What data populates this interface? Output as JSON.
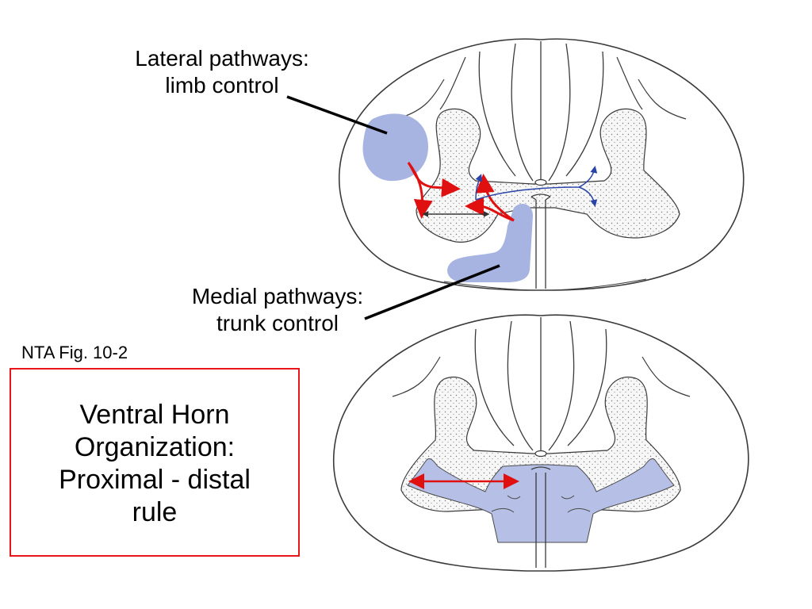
{
  "labels": {
    "lateral": [
      "Lateral pathways:",
      "limb control"
    ],
    "medial": [
      "Medial pathways:",
      "trunk control"
    ],
    "figure_ref": "NTA Fig. 10-2"
  },
  "title_box": {
    "lines": [
      "Ventral Horn",
      "Organization:",
      "Proximal - distal",
      "rule"
    ]
  },
  "colors": {
    "pathway_fill": "#a7b3e0",
    "body_fill": "#b6c0e6",
    "gray_matter": "#f4f4f4",
    "outline": "#3a3a3a",
    "arrow_red": "#e01010",
    "arrow_blue": "#2a43a8",
    "box_border": "#e8151b"
  }
}
